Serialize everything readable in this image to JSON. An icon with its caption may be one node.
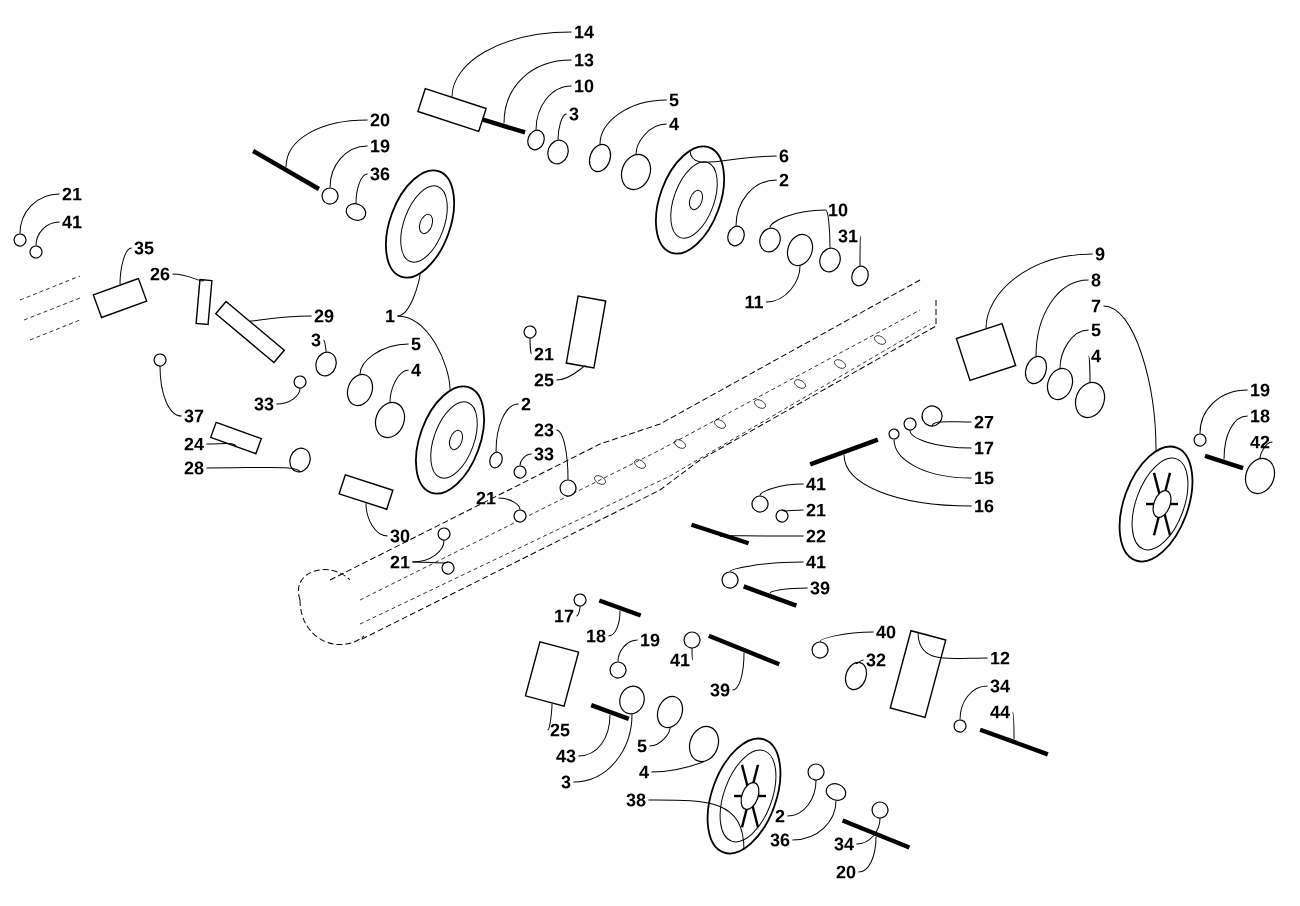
{
  "diagram": {
    "nodes": [
      {
        "text": [
          "14"
        ]
      },
      {
        "text": [
          "13"
        ]
      },
      {
        "text": [
          "10"
        ]
      },
      {
        "text": [
          "3"
        ]
      },
      {
        "text": [
          "5"
        ]
      },
      {
        "text": [
          "4"
        ]
      },
      {
        "text": [
          "6"
        ]
      },
      {
        "text": [
          "2"
        ]
      },
      {
        "text": [
          "10"
        ]
      },
      {
        "text": [
          "31"
        ]
      },
      {
        "text": [
          "11"
        ]
      },
      {
        "text": [
          "20"
        ]
      },
      {
        "text": [
          "19"
        ]
      },
      {
        "text": [
          "36"
        ]
      },
      {
        "text": [
          "21"
        ]
      },
      {
        "text": [
          "41"
        ]
      },
      {
        "text": [
          "35"
        ]
      },
      {
        "text": [
          "26"
        ]
      },
      {
        "text": [
          "29"
        ]
      },
      {
        "text": [
          "3"
        ]
      },
      {
        "text": [
          "5"
        ]
      },
      {
        "text": [
          "4"
        ]
      },
      {
        "text": [
          "33"
        ]
      },
      {
        "text": [
          "1"
        ]
      },
      {
        "text": [
          "37"
        ]
      },
      {
        "text": [
          "24"
        ]
      },
      {
        "text": [
          "28"
        ]
      },
      {
        "text": [
          "2"
        ]
      },
      {
        "text": [
          "23"
        ]
      },
      {
        "text": [
          "33"
        ]
      },
      {
        "text": [
          "21"
        ]
      },
      {
        "text": [
          "30"
        ]
      },
      {
        "text": [
          "21"
        ]
      },
      {
        "text": [
          "21"
        ]
      },
      {
        "text": [
          "25"
        ]
      },
      {
        "text": [
          "9"
        ]
      },
      {
        "text": [
          "8"
        ]
      },
      {
        "text": [
          "7"
        ]
      },
      {
        "text": [
          "5"
        ]
      },
      {
        "text": [
          "4"
        ]
      },
      {
        "text": [
          "27"
        ]
      },
      {
        "text": [
          "17"
        ]
      },
      {
        "text": [
          "15"
        ]
      },
      {
        "text": [
          "16"
        ]
      },
      {
        "text": [
          "19"
        ]
      },
      {
        "text": [
          "18"
        ]
      },
      {
        "text": [
          "42"
        ]
      },
      {
        "text": [
          "41"
        ]
      },
      {
        "text": [
          "21"
        ]
      },
      {
        "text": [
          "22"
        ]
      },
      {
        "text": [
          "41"
        ]
      },
      {
        "text": [
          "39"
        ]
      },
      {
        "text": [
          "17"
        ]
      },
      {
        "text": [
          "18"
        ]
      },
      {
        "text": [
          "19"
        ]
      },
      {
        "text": [
          "41"
        ]
      },
      {
        "text": [
          "39"
        ]
      },
      {
        "text": [
          "40"
        ]
      },
      {
        "text": [
          "32"
        ]
      },
      {
        "text": [
          "12"
        ]
      },
      {
        "text": [
          "34"
        ]
      },
      {
        "text": [
          "44"
        ]
      },
      {
        "text": [
          "25"
        ]
      },
      {
        "text": [
          "43"
        ]
      },
      {
        "text": [
          "3"
        ]
      },
      {
        "text": [
          "5"
        ]
      },
      {
        "text": [
          "4"
        ]
      },
      {
        "text": [
          "38"
        ]
      },
      {
        "text": [
          "2"
        ]
      },
      {
        "text": [
          "36"
        ]
      },
      {
        "text": [
          "34"
        ]
      },
      {
        "text": [
          "20"
        ]
      },
      {
        "text": [],
        "shape": "box"
      },
      {
        "text": [],
        "shape": "bar"
      },
      {
        "text": [],
        "shape": "circle"
      },
      {
        "text": [],
        "shape": "circle"
      },
      {
        "text": [],
        "shape": "circle"
      },
      {
        "text": [],
        "shape": "circle"
      },
      {
        "text": [],
        "shape": "circle"
      },
      {
        "text": [],
        "shape": "circle"
      },
      {
        "text": [],
        "shape": "circle"
      },
      {
        "text": [],
        "shape": "circle"
      },
      {
        "text": [],
        "shape": "circle"
      },
      {
        "text": [],
        "shape": "circle"
      },
      {
        "text": [],
        "shape": "bar"
      },
      {
        "text": [],
        "shape": "circle"
      },
      {
        "text": [],
        "shape": "circle"
      },
      {
        "text": [],
        "shape": "circle"
      },
      {
        "text": [],
        "shape": "circle"
      },
      {
        "text": [],
        "shape": "box"
      },
      {
        "text": [],
        "shape": "box"
      },
      {
        "text": [],
        "shape": "box"
      },
      {
        "text": [],
        "shape": "circle"
      },
      {
        "text": [],
        "shape": "circle"
      },
      {
        "text": [],
        "shape": "circle"
      },
      {
        "text": [],
        "shape": "circle"
      },
      {
        "text": [],
        "shape": "circle"
      },
      {
        "text": [],
        "shape": "circle"
      },
      {
        "text": [],
        "shape": "circle"
      },
      {
        "text": [],
        "shape": "box"
      },
      {
        "text": [],
        "shape": "circle"
      },
      {
        "text": [],
        "shape": "circle"
      },
      {
        "text": [],
        "shape": "circle"
      },
      {
        "text": [],
        "shape": "circle"
      },
      {
        "text": [],
        "shape": "circle"
      },
      {
        "text": [],
        "shape": "box"
      },
      {
        "text": [],
        "shape": "circle"
      },
      {
        "text": [],
        "shape": "circle"
      },
      {
        "text": [],
        "shape": "circle"
      },
      {
        "text": [],
        "shape": "box"
      },
      {
        "text": [],
        "shape": "box"
      },
      {
        "text": [],
        "shape": "circle"
      },
      {
        "text": [],
        "shape": "circle"
      },
      {
        "text": [],
        "shape": "circle"
      },
      {
        "text": [],
        "shape": "circle"
      },
      {
        "text": [],
        "shape": "circle"
      },
      {
        "text": [],
        "shape": "circle"
      },
      {
        "text": [],
        "shape": "circle"
      },
      {
        "text": [],
        "shape": "bar"
      },
      {
        "text": [],
        "shape": "circle"
      },
      {
        "text": [],
        "shape": "bar"
      },
      {
        "text": [],
        "shape": "circle"
      },
      {
        "text": [],
        "shape": "circle"
      },
      {
        "text": [],
        "shape": "circle"
      },
      {
        "text": [],
        "shape": "bar"
      },
      {
        "text": [],
        "shape": "circle"
      },
      {
        "text": [],
        "shape": "bar"
      },
      {
        "text": [],
        "shape": "circle"
      },
      {
        "text": [],
        "shape": "bar"
      },
      {
        "text": [],
        "shape": "circle"
      },
      {
        "text": [],
        "shape": "circle"
      },
      {
        "text": [],
        "shape": "bar"
      },
      {
        "text": [],
        "shape": "circle"
      },
      {
        "text": [],
        "shape": "circle"
      },
      {
        "text": [],
        "shape": "box"
      },
      {
        "text": [],
        "shape": "circle"
      },
      {
        "text": [],
        "shape": "bar"
      },
      {
        "text": [],
        "shape": "box"
      },
      {
        "text": [],
        "shape": "bar"
      },
      {
        "text": [],
        "shape": "circle"
      },
      {
        "text": [],
        "shape": "circle"
      },
      {
        "text": [],
        "shape": "circle"
      },
      {
        "text": [],
        "shape": "circle"
      },
      {
        "text": [],
        "shape": "circle"
      },
      {
        "text": [],
        "shape": "circle"
      },
      {
        "text": [],
        "shape": "circle"
      },
      {
        "text": [],
        "shape": "bar"
      }
    ],
    "edges": [
      {
        "from": 0,
        "to": 72,
        "arrow": "none"
      },
      {
        "from": 1,
        "to": 73,
        "arrow": "none"
      },
      {
        "from": 2,
        "to": 74,
        "arrow": "none"
      },
      {
        "from": 3,
        "to": 75,
        "arrow": "none"
      },
      {
        "from": 4,
        "to": 76,
        "arrow": "none"
      },
      {
        "from": 5,
        "to": 77,
        "arrow": "none"
      },
      {
        "from": 6,
        "to": 78,
        "arrow": "none"
      },
      {
        "from": 7,
        "to": 79,
        "arrow": "none"
      },
      {
        "from": 8,
        "to": 80,
        "arrow": "none"
      },
      {
        "from": 8,
        "to": 81,
        "arrow": "none"
      },
      {
        "from": 9,
        "to": 82,
        "arrow": "none"
      },
      {
        "from": 10,
        "to": 83,
        "arrow": "none"
      },
      {
        "from": 11,
        "to": 84,
        "arrow": "none"
      },
      {
        "from": 12,
        "to": 85,
        "arrow": "none"
      },
      {
        "from": 13,
        "to": 86,
        "arrow": "none"
      },
      {
        "from": 14,
        "to": 87,
        "arrow": "none"
      },
      {
        "from": 15,
        "to": 88,
        "arrow": "none"
      },
      {
        "from": 16,
        "to": 89,
        "arrow": "none"
      },
      {
        "from": 17,
        "to": 90,
        "arrow": "none"
      },
      {
        "from": 18,
        "to": 91,
        "arrow": "none"
      },
      {
        "from": 19,
        "to": 92,
        "arrow": "none"
      },
      {
        "from": 20,
        "to": 93,
        "arrow": "none"
      },
      {
        "from": 21,
        "to": 94,
        "arrow": "none"
      },
      {
        "from": 22,
        "to": 95,
        "arrow": "none"
      },
      {
        "from": 23,
        "to": 96,
        "arrow": "none"
      },
      {
        "from": 23,
        "to": 97,
        "arrow": "none"
      },
      {
        "from": 24,
        "to": 98,
        "arrow": "none"
      },
      {
        "from": 25,
        "to": 99,
        "arrow": "none"
      },
      {
        "from": 26,
        "to": 100,
        "arrow": "none"
      },
      {
        "from": 27,
        "to": 101,
        "arrow": "none"
      },
      {
        "from": 28,
        "to": 102,
        "arrow": "none"
      },
      {
        "from": 29,
        "to": 103,
        "arrow": "none"
      },
      {
        "from": 30,
        "to": 104,
        "arrow": "none"
      },
      {
        "from": 31,
        "to": 105,
        "arrow": "none"
      },
      {
        "from": 32,
        "to": 106,
        "arrow": "none"
      },
      {
        "from": 32,
        "to": 107,
        "arrow": "none"
      },
      {
        "from": 33,
        "to": 108,
        "arrow": "none"
      },
      {
        "from": 34,
        "to": 109,
        "arrow": "none"
      },
      {
        "from": 35,
        "to": 110,
        "arrow": "none"
      },
      {
        "from": 36,
        "to": 111,
        "arrow": "none"
      },
      {
        "from": 37,
        "to": 112,
        "arrow": "none"
      },
      {
        "from": 38,
        "to": 113,
        "arrow": "none"
      },
      {
        "from": 39,
        "to": 114,
        "arrow": "none"
      },
      {
        "from": 40,
        "to": 115,
        "arrow": "none"
      },
      {
        "from": 41,
        "to": 116,
        "arrow": "none"
      },
      {
        "from": 42,
        "to": 117,
        "arrow": "none"
      },
      {
        "from": 43,
        "to": 118,
        "arrow": "none"
      },
      {
        "from": 44,
        "to": 119,
        "arrow": "none"
      },
      {
        "from": 45,
        "to": 120,
        "arrow": "none"
      },
      {
        "from": 46,
        "to": 121,
        "arrow": "none"
      },
      {
        "from": 47,
        "to": 122,
        "arrow": "none"
      },
      {
        "from": 48,
        "to": 123,
        "arrow": "none"
      },
      {
        "from": 49,
        "to": 124,
        "arrow": "none"
      },
      {
        "from": 50,
        "to": 125,
        "arrow": "none"
      },
      {
        "from": 51,
        "to": 126,
        "arrow": "none"
      },
      {
        "from": 52,
        "to": 127,
        "arrow": "none"
      },
      {
        "from": 53,
        "to": 128,
        "arrow": "none"
      },
      {
        "from": 54,
        "to": 129,
        "arrow": "none"
      },
      {
        "from": 55,
        "to": 130,
        "arrow": "none"
      },
      {
        "from": 56,
        "to": 131,
        "arrow": "none"
      },
      {
        "from": 57,
        "to": 132,
        "arrow": "none"
      },
      {
        "from": 58,
        "to": 133,
        "arrow": "none"
      },
      {
        "from": 59,
        "to": 134,
        "arrow": "none"
      },
      {
        "from": 60,
        "to": 135,
        "arrow": "none"
      },
      {
        "from": 61,
        "to": 136,
        "arrow": "none"
      },
      {
        "from": 62,
        "to": 137,
        "arrow": "none"
      },
      {
        "from": 63,
        "to": 138,
        "arrow": "none"
      },
      {
        "from": 64,
        "to": 139,
        "arrow": "none"
      },
      {
        "from": 65,
        "to": 140,
        "arrow": "none"
      },
      {
        "from": 66,
        "to": 141,
        "arrow": "none"
      },
      {
        "from": 67,
        "to": 142,
        "arrow": "none"
      },
      {
        "from": 68,
        "to": 143,
        "arrow": "none"
      },
      {
        "from": 69,
        "to": 144,
        "arrow": "none"
      },
      {
        "from": 70,
        "to": 145,
        "arrow": "none"
      },
      {
        "from": 71,
        "to": 146,
        "arrow": "none"
      }
    ]
  }
}
